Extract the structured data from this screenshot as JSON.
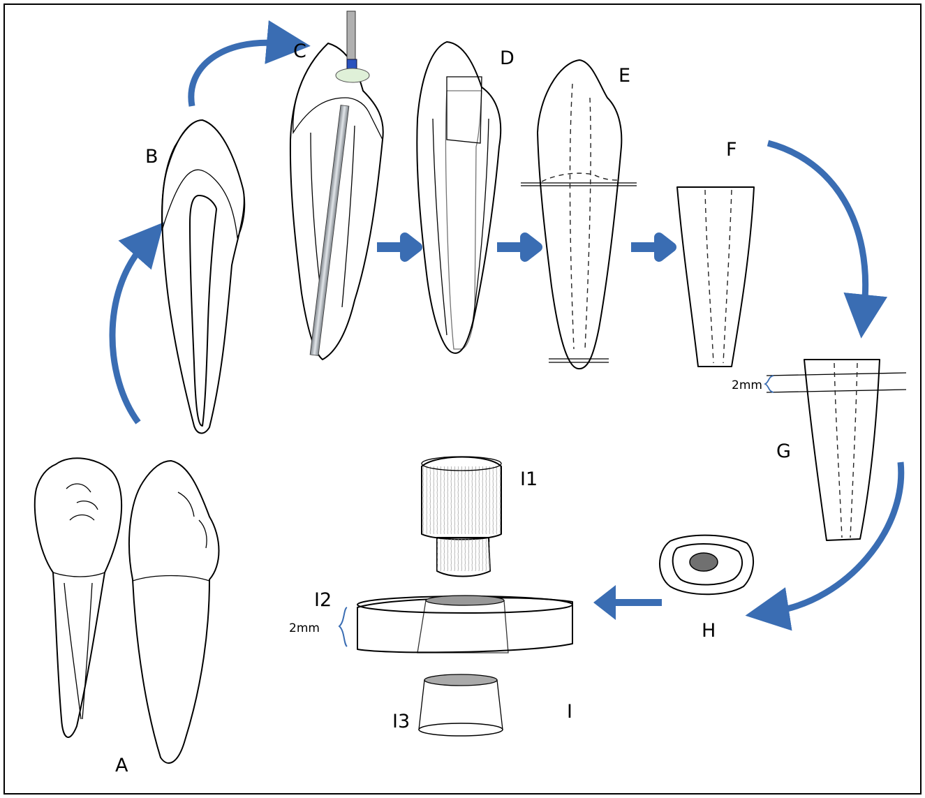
{
  "labels": {
    "A": "A",
    "B": "B",
    "C": "C",
    "D": "D",
    "E": "E",
    "F": "F",
    "G": "G",
    "H": "H",
    "I": "I",
    "I1": "I1",
    "I2": "I2",
    "I3": "I3"
  },
  "measurements": {
    "g_gap": "2mm",
    "i2_height": "2mm"
  },
  "colors": {
    "arrow": "#3a6db3",
    "file_shaft": "#c2c8ce",
    "file_stop": "#2a52be",
    "stopper": "#dff0d8",
    "fill": "#8a8a8a"
  }
}
